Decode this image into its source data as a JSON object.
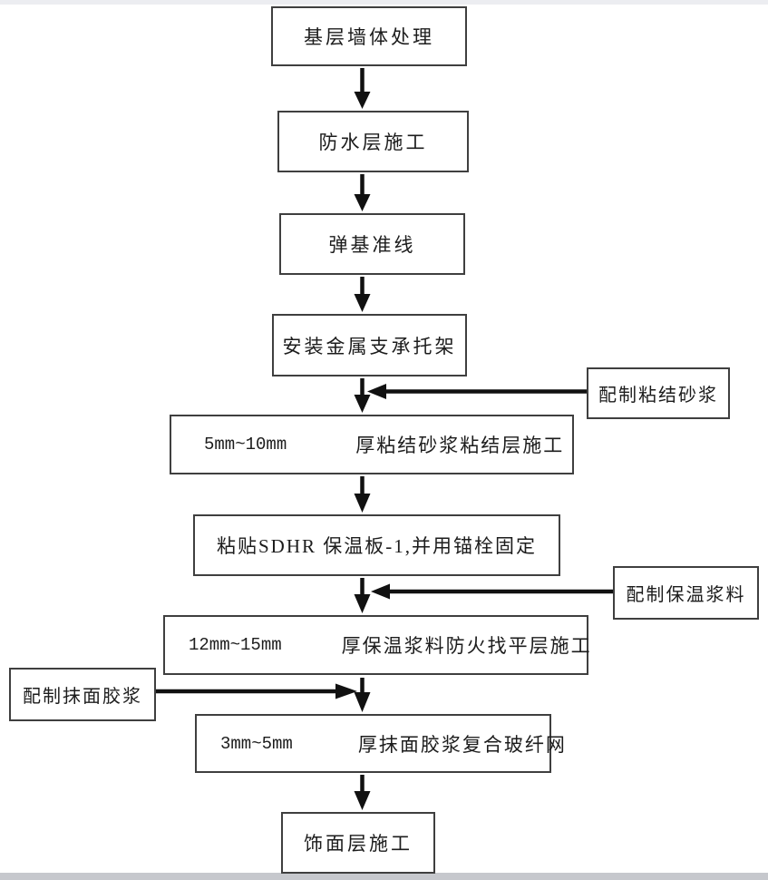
{
  "theme": {
    "background": "#ffffff",
    "box_border": "#3f3f3f",
    "box_fill": "#ffffff",
    "arrow_color": "#111111",
    "text_color": "#1c1c1c"
  },
  "flow": {
    "main_steps": [
      {
        "id": "step-1",
        "label": "基层墙体处理"
      },
      {
        "id": "step-2",
        "label": "防水层施工"
      },
      {
        "id": "step-3",
        "label": "弹基准线"
      },
      {
        "id": "step-4",
        "label": "安装金属支承托架"
      },
      {
        "id": "step-5",
        "prefix": "5mm~10mm",
        "label": "厚粘结砂浆粘结层施工"
      },
      {
        "id": "step-6",
        "label": "粘贴SDHR 保温板-1,并用锚栓固定"
      },
      {
        "id": "step-7",
        "prefix": "12mm~15mm",
        "label": "厚保温浆料防火找平层施工"
      },
      {
        "id": "step-8",
        "prefix": "3mm~5mm",
        "label": "厚抹面胶浆复合玻纤网"
      },
      {
        "id": "step-9",
        "label": "饰面层施工"
      }
    ],
    "side_inputs": [
      {
        "id": "side-1",
        "label": "配制粘结砂浆",
        "side": "right",
        "joins_between": [
          "step-4",
          "step-5"
        ]
      },
      {
        "id": "side-2",
        "label": "配制保温浆料",
        "side": "right",
        "joins_between": [
          "step-6",
          "step-7"
        ]
      },
      {
        "id": "side-3",
        "label": "配制抹面胶浆",
        "side": "left",
        "joins_between": [
          "step-7",
          "step-8"
        ]
      }
    ]
  }
}
